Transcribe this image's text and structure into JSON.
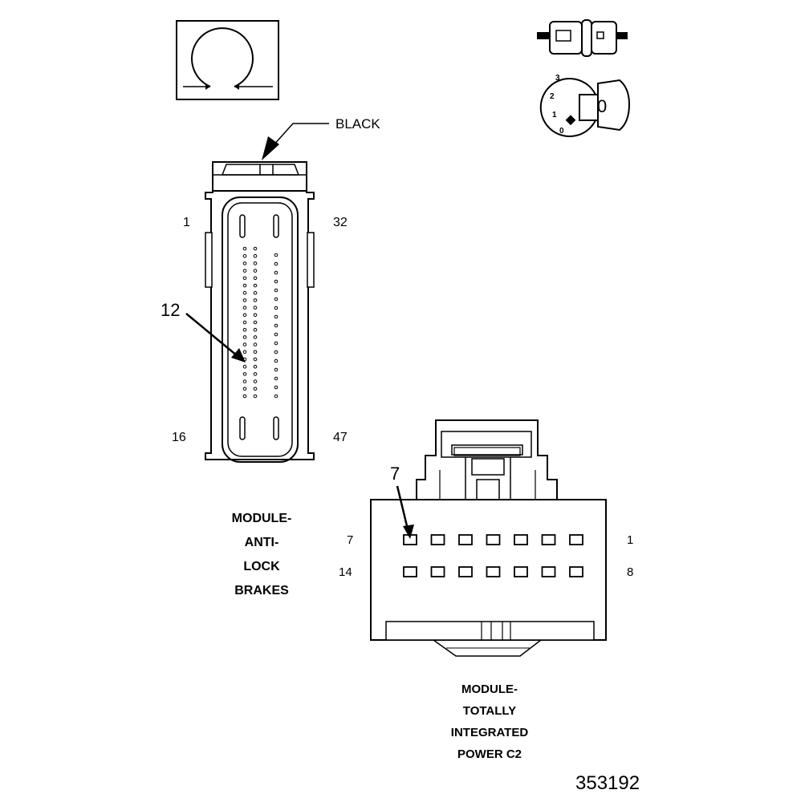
{
  "figure_number": "353192",
  "color_callout": "BLACK",
  "abs_connector": {
    "pin_labels": {
      "top_left": "1",
      "top_right": "32",
      "bottom_left": "16",
      "bottom_right": "47"
    },
    "callout_pin": "12",
    "title_lines": [
      "MODULE-",
      "ANTI-",
      "LOCK",
      "BRAKES"
    ]
  },
  "tipm_connector": {
    "pin_labels": {
      "row1_left": "7",
      "row1_right": "1",
      "row2_left": "14",
      "row2_right": "8"
    },
    "callout_pin": "7",
    "title_lines": [
      "MODULE-",
      "TOTALLY",
      "INTEGRATED",
      "POWER C2"
    ]
  },
  "key_icon": {
    "positions": [
      "3",
      "2",
      "1",
      "0"
    ],
    "key_label": "0"
  },
  "icons": [
    "omega-symbol-icon",
    "connector-plug-icon",
    "ignition-key-icon"
  ]
}
